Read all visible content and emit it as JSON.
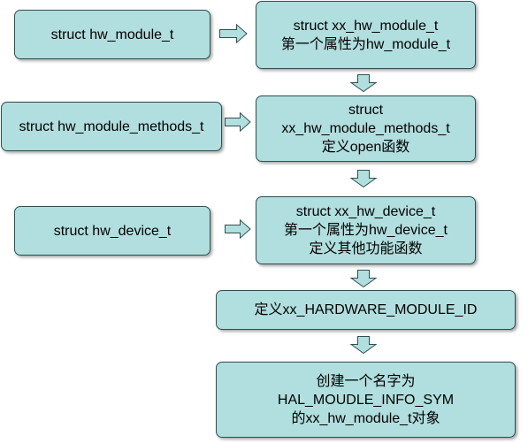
{
  "diagram": {
    "left_boxes": [
      {
        "label": "struct hw_module_t"
      },
      {
        "label": "struct hw_module_methods_t"
      },
      {
        "label": "struct hw_device_t"
      }
    ],
    "right_boxes": [
      {
        "lines": [
          "struct xx_hw_module_t",
          "第一个属性为hw_module_t"
        ]
      },
      {
        "lines": [
          "struct",
          "xx_hw_module_methods_t",
          "定义open函数"
        ]
      },
      {
        "lines": [
          "struct xx_hw_device_t",
          "第一个属性为hw_device_t",
          "定义其他功能函数"
        ]
      },
      {
        "lines": [
          "定义xx_HARDWARE_MODULE_ID"
        ]
      },
      {
        "lines": [
          "创建一个名字为",
          "HAL_MOUDLE_INFO_SYM",
          "的xx_hw_module_t对象"
        ]
      }
    ]
  }
}
